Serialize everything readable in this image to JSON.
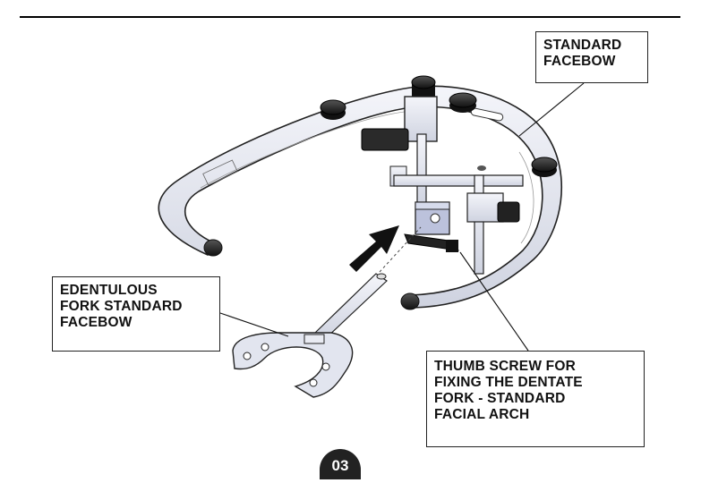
{
  "callouts": {
    "standard_facebow": [
      "STANDARD",
      "FACEBOW"
    ],
    "edentulous_fork": [
      "EDENTULOUS",
      "FORK STANDARD",
      "FACEBOW"
    ],
    "thumb_screw": [
      "THUMB SCREW FOR",
      "FIXING THE DENTATE",
      "FORK - STANDARD",
      "FACIAL ARCH"
    ]
  },
  "page_number": "03",
  "colors": {
    "ink": "#222222",
    "metal": "#e6e8f0",
    "knob": "#1e1e1e",
    "clamp": "#bcc2dc"
  }
}
